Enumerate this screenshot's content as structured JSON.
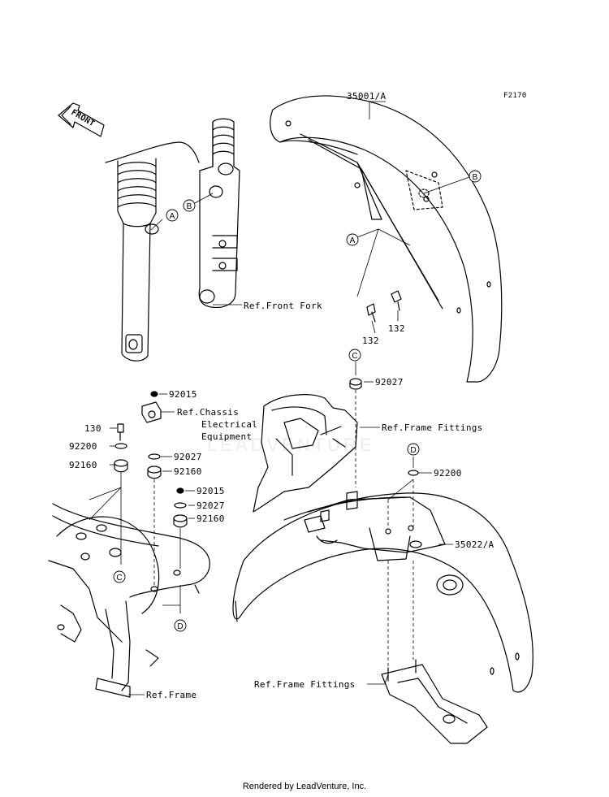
{
  "figure_code": "F2170",
  "front_label": "FRONT",
  "watermark": "LEADVENTURE",
  "footer": "Rendered by LeadVenture, Inc.",
  "callouts": {
    "a": "A",
    "b": "B",
    "c": "C",
    "d": "D"
  },
  "part_labels": {
    "front_fender": "35001/A",
    "rear_fender": "35022/A",
    "bolt_132": "132",
    "bolt_130": "130",
    "collar_92027": "92027",
    "nut_92015": "92015",
    "washer_92200": "92200",
    "damper_92160": "92160"
  },
  "ref_labels": {
    "front_fork": "Ref.Front Fork",
    "chassis_line1": "Ref.Chassis",
    "chassis_line2": "Electrical",
    "chassis_line3": "Equipment",
    "frame_fittings": "Ref.Frame Fittings",
    "frame": "Ref.Frame"
  }
}
